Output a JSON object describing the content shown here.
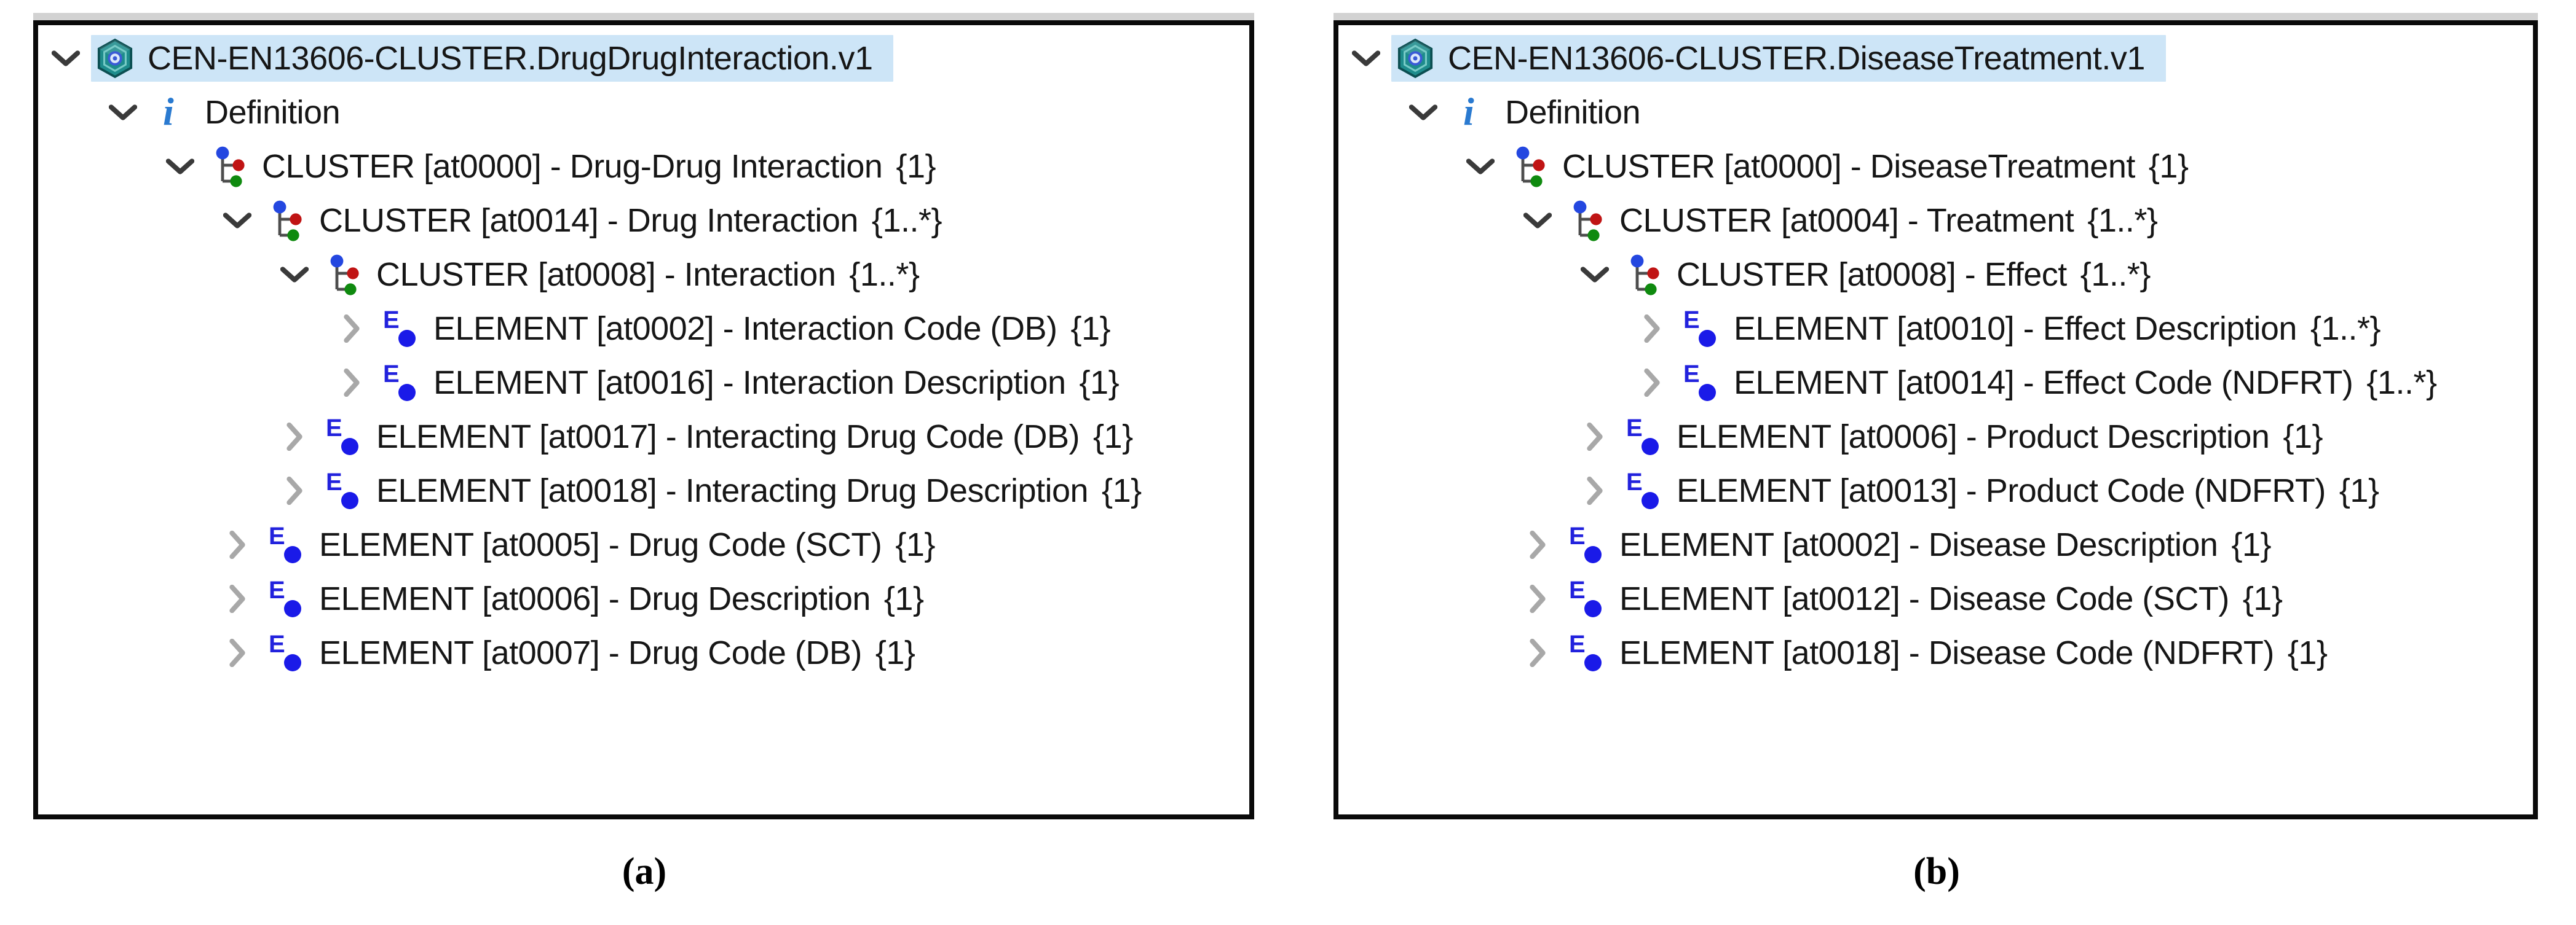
{
  "figure": {
    "panels": [
      {
        "id": "a",
        "caption": "(a)",
        "selected_node": "CEN-EN13606-CLUSTER.DrugDrugInteraction.v1",
        "nodes": [
          {
            "type": "archetype",
            "level": 0,
            "state": "expanded",
            "selected": true,
            "label": "CEN-EN13606-CLUSTER.DrugDrugInteraction.v1",
            "occurrences": ""
          },
          {
            "type": "definition",
            "level": 1,
            "state": "expanded",
            "selected": false,
            "label": "Definition",
            "occurrences": ""
          },
          {
            "type": "cluster",
            "level": 2,
            "state": "expanded",
            "selected": false,
            "label": "CLUSTER [at0000] - Drug-Drug Interaction",
            "occurrences": "{1}"
          },
          {
            "type": "cluster",
            "level": 3,
            "state": "expanded",
            "selected": false,
            "label": "CLUSTER [at0014] - Drug Interaction",
            "occurrences": "{1..*}"
          },
          {
            "type": "cluster",
            "level": 4,
            "state": "expanded",
            "selected": false,
            "label": "CLUSTER [at0008] - Interaction",
            "occurrences": "{1..*}"
          },
          {
            "type": "element",
            "level": 5,
            "state": "collapsed",
            "selected": false,
            "label": "ELEMENT [at0002] - Interaction Code (DB)",
            "occurrences": "{1}"
          },
          {
            "type": "element",
            "level": 5,
            "state": "collapsed",
            "selected": false,
            "label": "ELEMENT [at0016] - Interaction Description",
            "occurrences": "{1}"
          },
          {
            "type": "element",
            "level": 4,
            "state": "collapsed",
            "selected": false,
            "label": "ELEMENT [at0017] - Interacting Drug Code (DB)",
            "occurrences": "{1}"
          },
          {
            "type": "element",
            "level": 4,
            "state": "collapsed",
            "selected": false,
            "label": "ELEMENT [at0018] - Interacting Drug Description",
            "occurrences": "{1}"
          },
          {
            "type": "element",
            "level": 3,
            "state": "collapsed",
            "selected": false,
            "label": "ELEMENT [at0005] - Drug Code (SCT)",
            "occurrences": "{1}"
          },
          {
            "type": "element",
            "level": 3,
            "state": "collapsed",
            "selected": false,
            "label": "ELEMENT [at0006] - Drug Description",
            "occurrences": "{1}"
          },
          {
            "type": "element",
            "level": 3,
            "state": "collapsed",
            "selected": false,
            "label": "ELEMENT [at0007] - Drug Code (DB)",
            "occurrences": "{1}"
          }
        ]
      },
      {
        "id": "b",
        "caption": "(b)",
        "selected_node": "CEN-EN13606-CLUSTER.DiseaseTreatment.v1",
        "nodes": [
          {
            "type": "archetype",
            "level": 0,
            "state": "expanded",
            "selected": true,
            "label": "CEN-EN13606-CLUSTER.DiseaseTreatment.v1",
            "occurrences": ""
          },
          {
            "type": "definition",
            "level": 1,
            "state": "expanded",
            "selected": false,
            "label": "Definition",
            "occurrences": ""
          },
          {
            "type": "cluster",
            "level": 2,
            "state": "expanded",
            "selected": false,
            "label": "CLUSTER [at0000] - DiseaseTreatment",
            "occurrences": "{1}"
          },
          {
            "type": "cluster",
            "level": 3,
            "state": "expanded",
            "selected": false,
            "label": "CLUSTER [at0004] - Treatment",
            "occurrences": "{1..*}"
          },
          {
            "type": "cluster",
            "level": 4,
            "state": "expanded",
            "selected": false,
            "label": "CLUSTER [at0008] - Effect",
            "occurrences": "{1..*}"
          },
          {
            "type": "element",
            "level": 5,
            "state": "collapsed",
            "selected": false,
            "label": "ELEMENT [at0010] - Effect Description",
            "occurrences": "{1..*}"
          },
          {
            "type": "element",
            "level": 5,
            "state": "collapsed",
            "selected": false,
            "label": "ELEMENT [at0014] - Effect Code (NDFRT)",
            "occurrences": "{1..*}"
          },
          {
            "type": "element",
            "level": 4,
            "state": "collapsed",
            "selected": false,
            "label": "ELEMENT [at0006] - Product Description",
            "occurrences": "{1}"
          },
          {
            "type": "element",
            "level": 4,
            "state": "collapsed",
            "selected": false,
            "label": "ELEMENT [at0013] - Product Code (NDFRT)",
            "occurrences": "{1}"
          },
          {
            "type": "element",
            "level": 3,
            "state": "collapsed",
            "selected": false,
            "label": "ELEMENT [at0002] - Disease Description",
            "occurrences": "{1}"
          },
          {
            "type": "element",
            "level": 3,
            "state": "collapsed",
            "selected": false,
            "label": "ELEMENT [at0012] - Disease Code (SCT)",
            "occurrences": "{1}"
          },
          {
            "type": "element",
            "level": 3,
            "state": "collapsed",
            "selected": false,
            "label": "ELEMENT [at0018] - Disease Code (NDFRT)",
            "occurrences": "{1}"
          }
        ]
      }
    ],
    "colors": {
      "selection_highlight": "#cde5f7",
      "panel_border": "#0a0a0a",
      "window_edge_gray": "#d2d2d2",
      "text": "#161616",
      "chevron_expanded": "#3a3a3a",
      "chevron_collapsed": "#a8a8a8",
      "info_blue": "#2a7ad0",
      "element_blue": "#2222dd",
      "element_dot_blue": "#1a1ae8",
      "cluster_blue": "#2447e0",
      "cluster_red": "#c01414",
      "cluster_green": "#0f8a0f",
      "cluster_line": "#4d4d4d",
      "archetype_teal": "#1e8c8c",
      "archetype_teal_dark": "#0c4f52",
      "archetype_teal_light": "#7fd0cc",
      "archetype_core_ring": "#3b5bd6",
      "archetype_core_fill": "#dce9fa"
    },
    "icon_names": {
      "archetype": "archetype-icon",
      "definition": "info-icon",
      "cluster": "cluster-icon",
      "element": "element-icon",
      "expanded": "chevron-down-icon",
      "collapsed": "chevron-right-icon"
    }
  }
}
